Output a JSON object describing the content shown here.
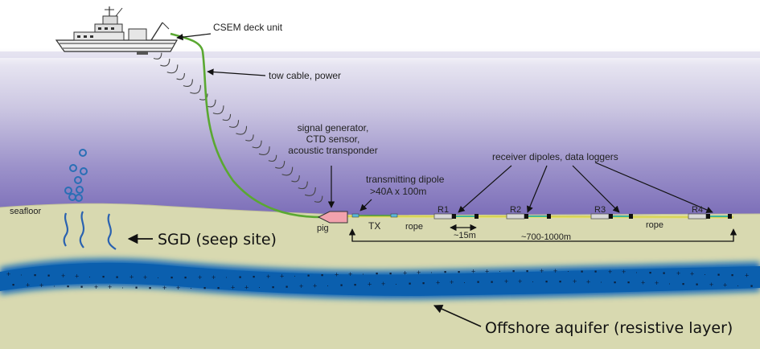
{
  "labels": {
    "deck_unit": "CSEM deck unit",
    "tow_cable": "tow cable, power",
    "signal_line1": "signal generator,",
    "signal_line2": "CTD sensor,",
    "signal_line3": "acoustic transponder",
    "transmitting_line1": "transmitting dipole",
    "transmitting_line2": ">40A x 100m",
    "receivers": "receiver dipoles, data loggers",
    "seafloor": "seafloor",
    "sgd": "SGD (seep site)",
    "pig": "pig",
    "tx": "TX",
    "rope_1": "rope",
    "rope_2": "rope",
    "r1": "R1",
    "r2": "R2",
    "r3": "R3",
    "r4": "R4",
    "spacing": "~15m",
    "range": "~700-1000m",
    "aquifer": "Offshore aquifer (resistive layer)"
  },
  "colors": {
    "water_top": "#ffffff",
    "water_bottom": "#7b6db8",
    "sediment": "#d8d9b0",
    "aquifer": "#0a66b8",
    "cable": "#5aa832",
    "bubbles": "#2a6fb5",
    "seep": "#2a62b0"
  }
}
